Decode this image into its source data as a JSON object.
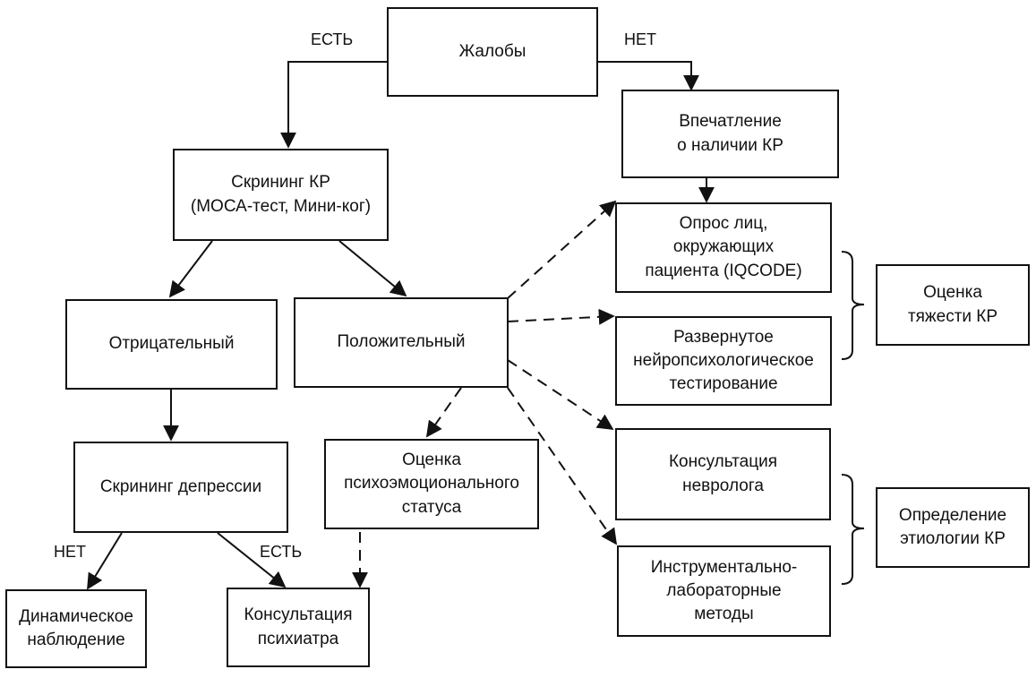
{
  "nodes": {
    "complaints": "Жалобы",
    "impression": "Впечатление\nо наличии КР",
    "screening": "Скрининг КР\n(МОСА-тест, Мини-ког)",
    "negative": "Отрицательный",
    "positive": "Положительный",
    "survey": "Опрос лиц,\nокружающих\nпациента (IQCODE)",
    "neuropsych": "Развернутое\nнейропсихологическое\nтестирование",
    "severity": "Оценка\nтяжести КР",
    "depression": "Скрининг депрессии",
    "psychoemotional": "Оценка\nпсихоэмоционального\nстатуса",
    "neurologist": "Консультация\nневролога",
    "instrumental": "Инструментально-\nлабораторные\nметоды",
    "etiology": "Определение\nэтиологии КР",
    "dynamic": "Динамическое\nнаблюдение",
    "psychiatrist": "Консультация\nпсихиатра"
  },
  "edge_labels": {
    "complaints_yes": "ЕСТЬ",
    "complaints_no": "НЕТ",
    "depression_no": "НЕТ",
    "depression_yes": "ЕСТЬ"
  }
}
